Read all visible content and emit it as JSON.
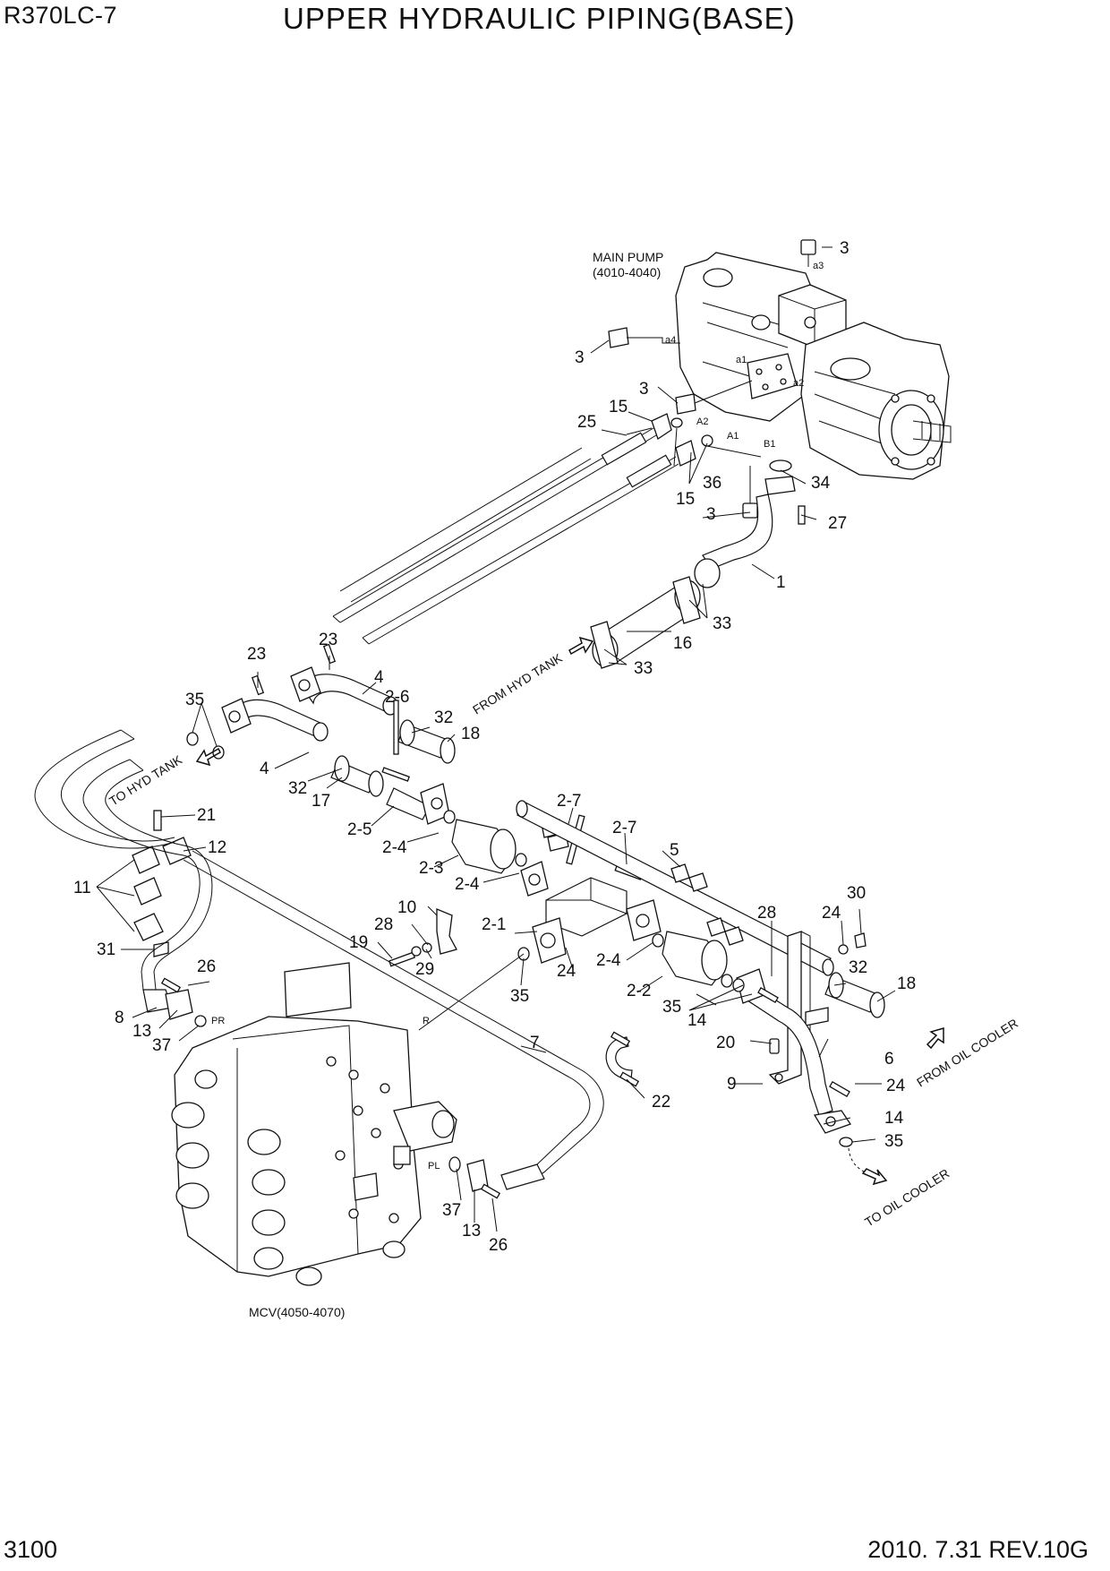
{
  "header": {
    "model": "R370LC-7",
    "title": "UPPER HYDRAULIC PIPING(BASE)"
  },
  "footer": {
    "page_number": "3100",
    "revision": "2010. 7.31  REV.10G"
  },
  "assemblies": {
    "main_pump": {
      "name": "MAIN PUMP",
      "part_range": "(4010-4040)"
    },
    "mcv": {
      "name": "MCV(4050-4070)"
    }
  },
  "flow_labels": {
    "from_hyd_tank": "FROM HYD TANK",
    "to_hyd_tank": "TO HYD TANK",
    "from_oil_cooler": "FROM OIL COOLER",
    "to_oil_cooler": "TO OIL COOLER"
  },
  "port_labels": {
    "a1": "a1",
    "a2": "a2",
    "a3": "a3",
    "a4": "a4",
    "A1": "A1",
    "A2": "A2",
    "B1": "B1",
    "PR": "PR",
    "PL": "PL",
    "R": "R"
  },
  "callouts": [
    {
      "id": "c1",
      "label": "3"
    },
    {
      "id": "c2",
      "label": "3"
    },
    {
      "id": "c3",
      "label": "3"
    },
    {
      "id": "c4",
      "label": "3"
    },
    {
      "id": "c5",
      "label": "15"
    },
    {
      "id": "c6",
      "label": "25"
    },
    {
      "id": "c7",
      "label": "15"
    },
    {
      "id": "c8",
      "label": "36"
    },
    {
      "id": "c9",
      "label": "34"
    },
    {
      "id": "c10",
      "label": "27"
    },
    {
      "id": "c11",
      "label": "1"
    },
    {
      "id": "c12",
      "label": "33"
    },
    {
      "id": "c13",
      "label": "16"
    },
    {
      "id": "c14",
      "label": "33"
    },
    {
      "id": "c15",
      "label": "23"
    },
    {
      "id": "c16",
      "label": "23"
    },
    {
      "id": "c17",
      "label": "4"
    },
    {
      "id": "c18",
      "label": "2-6"
    },
    {
      "id": "c19",
      "label": "35"
    },
    {
      "id": "c20",
      "label": "32"
    },
    {
      "id": "c21",
      "label": "18"
    },
    {
      "id": "c22",
      "label": "4"
    },
    {
      "id": "c23",
      "label": "32"
    },
    {
      "id": "c24",
      "label": "17"
    },
    {
      "id": "c25",
      "label": "21"
    },
    {
      "id": "c26",
      "label": "2-7"
    },
    {
      "id": "c27",
      "label": "2-5"
    },
    {
      "id": "c28",
      "label": "12"
    },
    {
      "id": "c29",
      "label": "2-4"
    },
    {
      "id": "c30",
      "label": "2-7"
    },
    {
      "id": "c31",
      "label": "5"
    },
    {
      "id": "c32",
      "label": "2-3"
    },
    {
      "id": "c33",
      "label": "11"
    },
    {
      "id": "c34",
      "label": "2-4"
    },
    {
      "id": "c35",
      "label": "30"
    },
    {
      "id": "c36",
      "label": "10"
    },
    {
      "id": "c37",
      "label": "28"
    },
    {
      "id": "c38",
      "label": "24"
    },
    {
      "id": "c39",
      "label": "28"
    },
    {
      "id": "c40",
      "label": "2-1"
    },
    {
      "id": "c41",
      "label": "19"
    },
    {
      "id": "c42",
      "label": "31"
    },
    {
      "id": "c43",
      "label": "29"
    },
    {
      "id": "c44",
      "label": "24"
    },
    {
      "id": "c45",
      "label": "2-4"
    },
    {
      "id": "c46",
      "label": "32"
    },
    {
      "id": "c47",
      "label": "26"
    },
    {
      "id": "c48",
      "label": "18"
    },
    {
      "id": "c49",
      "label": "35"
    },
    {
      "id": "c50",
      "label": "2-2"
    },
    {
      "id": "c51",
      "label": "35"
    },
    {
      "id": "c52",
      "label": "8"
    },
    {
      "id": "c53",
      "label": "14"
    },
    {
      "id": "c54",
      "label": "13"
    },
    {
      "id": "c55",
      "label": "37"
    },
    {
      "id": "c56",
      "label": "7"
    },
    {
      "id": "c57",
      "label": "20"
    },
    {
      "id": "c58",
      "label": "6"
    },
    {
      "id": "c59",
      "label": "9"
    },
    {
      "id": "c60",
      "label": "24"
    },
    {
      "id": "c61",
      "label": "22"
    },
    {
      "id": "c62",
      "label": "14"
    },
    {
      "id": "c63",
      "label": "35"
    },
    {
      "id": "c64",
      "label": "37"
    },
    {
      "id": "c65",
      "label": "13"
    },
    {
      "id": "c66",
      "label": "26"
    }
  ]
}
